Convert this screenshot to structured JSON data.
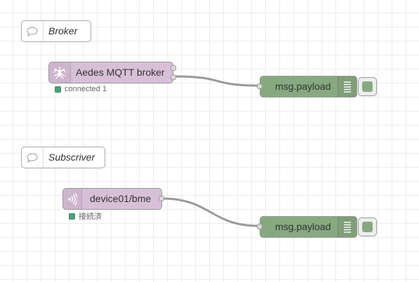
{
  "colors": {
    "grid_line": "#ececec",
    "comment_bg": "#ffffff",
    "purple_node": "#d8bfd8",
    "green_node": "#87a980",
    "status_connected": "#4e9f7c",
    "wire": "#999999"
  },
  "flow": {
    "comments": [
      {
        "label": "Broker",
        "icon": "comment-icon"
      },
      {
        "label": "Subscriver",
        "icon": "comment-icon"
      }
    ],
    "broker": {
      "label": "Aedes MQTT broker",
      "icon": "mosquito-icon",
      "status": "connected 1",
      "status_color": "#4e9f7c"
    },
    "mqtt_in": {
      "label": "device01/bme",
      "icon": "wifi-signal-icon",
      "status": "接続済",
      "status_color": "#4e9f7c"
    },
    "debug_nodes": [
      {
        "label": "msg.payload",
        "icon": "list-icon",
        "enabled": true
      },
      {
        "label": "msg.payload",
        "icon": "list-icon",
        "enabled": true
      }
    ]
  }
}
